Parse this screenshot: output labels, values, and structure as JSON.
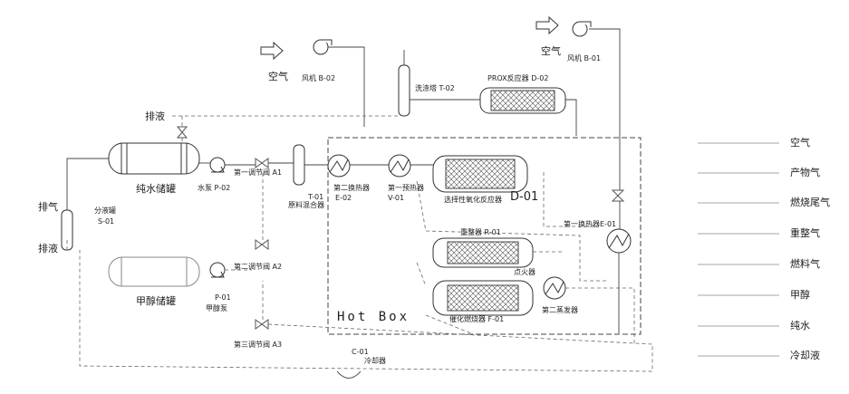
{
  "diagram": {
    "labels": {
      "air_left": "空气",
      "air_right": "空气",
      "fan_b02": "风机 B-02",
      "fan_b01": "风机 B-01",
      "tower_t02": "洗涤塔 T-02",
      "prox_reactor": "PROX反应器 D-02",
      "discharge_top": "排液",
      "pure_water_tank": "纯水储罐",
      "water_pump": "水泵 P-02",
      "valve_a1": "第一调节阀 A1",
      "t01_code": "T-01",
      "raw_mixer": "原料混合器",
      "hx_e02_name": "第二换热器",
      "hx_e02_code": "E-02",
      "hx_v01_name": "第一预热器",
      "hx_v01_code": "V-01",
      "co_reactor": "选择性氧化反应器",
      "d01": "D-01",
      "exhaust": "排气",
      "separator_name": "分液罐",
      "separator_code": "S-01",
      "discharge_bottom": "排液",
      "valve_a2": "第二调节阀 A2",
      "reformer": "重整器 R-01",
      "hx_e01": "第一换热器E-01",
      "methanol_tank": "甲醇储罐",
      "p01_code": "P-01",
      "methanol_pump": "甲醇泵",
      "igniter": "点火器",
      "hot_box": "Hot Box",
      "catalytic_burner": "催化燃烧器 F-01",
      "evaporator": "第二蒸发器",
      "valve_a3": "第三调节阀 A3",
      "cooler_code": "C-01",
      "cooler_name": "冷却器"
    },
    "legend": [
      "空气",
      "产物气",
      "燃烧尾气",
      "重整气",
      "燃料气",
      "甲醇",
      "纯水",
      "冷却液"
    ]
  }
}
